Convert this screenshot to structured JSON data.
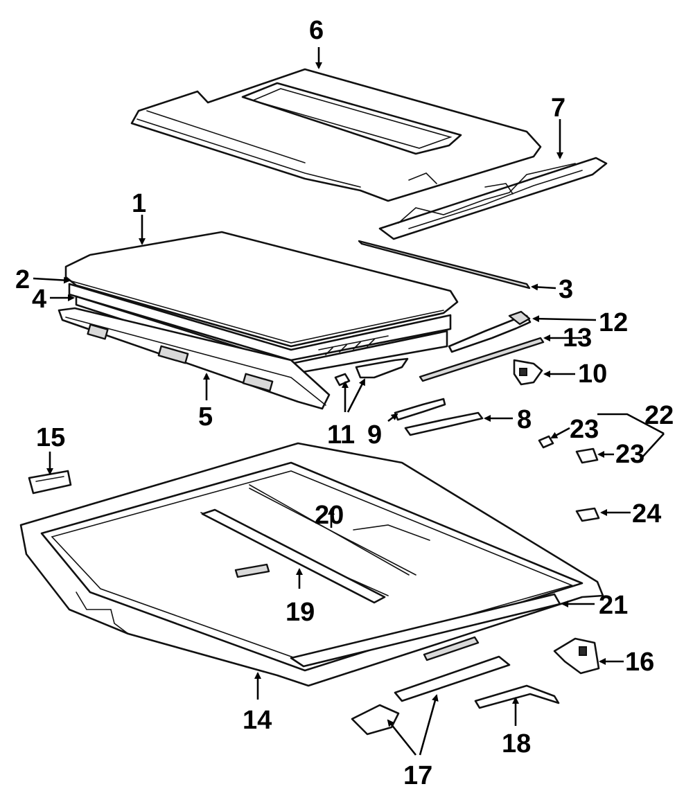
{
  "callouts": {
    "c1": "1",
    "c2": "2",
    "c3": "3",
    "c4": "4",
    "c5": "5",
    "c6": "6",
    "c7": "7",
    "c8": "8",
    "c9": "9",
    "c10": "10",
    "c11": "11",
    "c12": "12",
    "c13": "13",
    "c14": "14",
    "c15": "15",
    "c16": "16",
    "c17": "17",
    "c18": "18",
    "c19": "19",
    "c20": "20",
    "c21": "21",
    "c22": "22",
    "c23a": "23",
    "c23b": "23",
    "c24": "24"
  }
}
